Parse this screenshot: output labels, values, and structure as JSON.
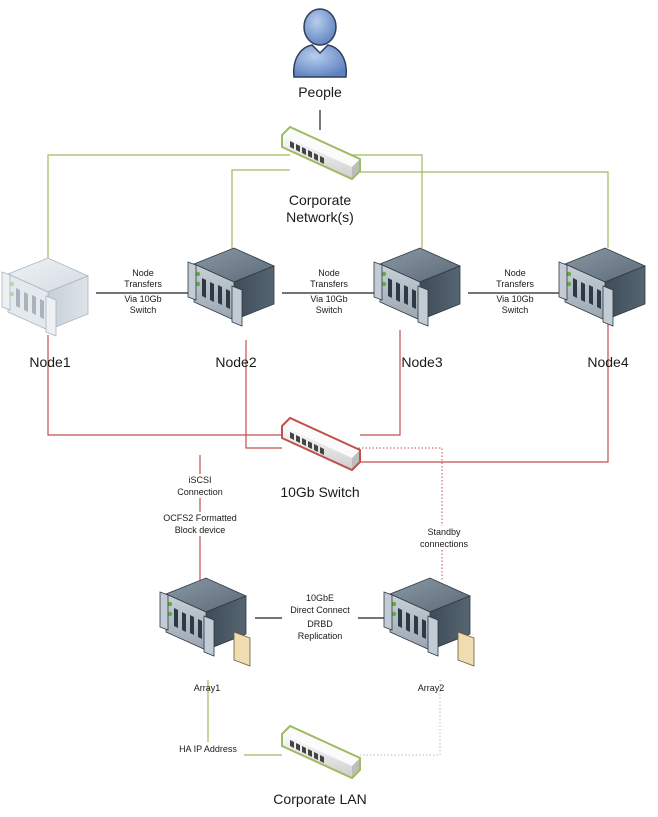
{
  "labels": {
    "people": "People",
    "corporate_network": [
      "Corporate",
      "Network(s)"
    ],
    "node1": "Node1",
    "node2": "Node2",
    "node3": "Node3",
    "node4": "Node4",
    "switch_10gb": "10Gb Switch",
    "corporate_lan": "Corporate LAN",
    "array1": "Array1",
    "array2": "Array2",
    "transfer_12": [
      "Node",
      "Transfers",
      "Via 10Gb",
      "Switch"
    ],
    "transfer_23": [
      "Node",
      "Transfers",
      "Via 10Gb",
      "Switch"
    ],
    "transfer_34": [
      "Node",
      "Transfers",
      "Via 10Gb",
      "Switch"
    ],
    "iscsi": [
      "iSCSI",
      "Connection"
    ],
    "ocfs2": [
      "OCFS2 Formatted",
      "Block device"
    ],
    "standby": [
      "Standby",
      "connections"
    ],
    "direct_connect": [
      "10GbE",
      "Direct Connect",
      "DRBD",
      "Replication"
    ],
    "ha_ip": "HA IP Address"
  },
  "colors": {
    "green_link": "#9dbb61",
    "red_link": "#c0504d",
    "dark_link": "#222222",
    "person_blue": "#7a9fd4",
    "server_dark": "#4a5a68",
    "server_light": "#d4dde4"
  },
  "icons": {
    "people": "person-icon",
    "network_switch": "network-switch-icon",
    "server": "server-icon",
    "storage_array": "storage-array-icon"
  }
}
